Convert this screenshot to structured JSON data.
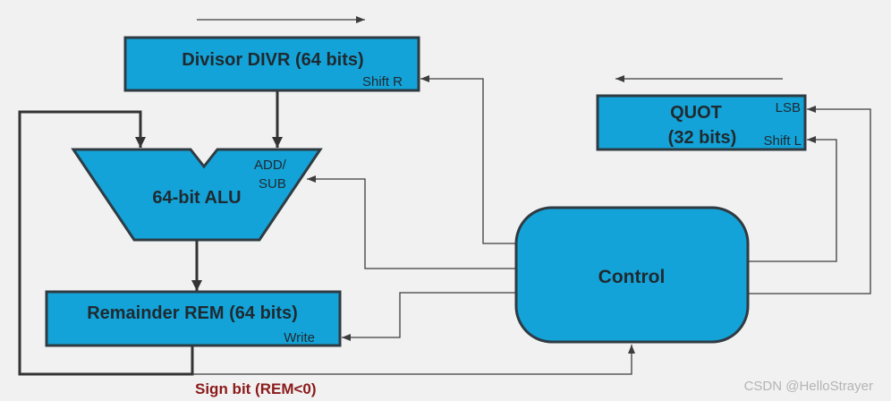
{
  "diagram": {
    "divisor": {
      "label": "Divisor DIVR (64 bits)",
      "port": "Shift R"
    },
    "quotient": {
      "label_line1": "QUOT",
      "label_line2": "(32 bits)",
      "port_top": "LSB",
      "port_bottom": "Shift L"
    },
    "alu": {
      "label": "64-bit ALU",
      "port_line1": "ADD/",
      "port_line2": "SUB"
    },
    "remainder": {
      "label": "Remainder REM (64 bits)",
      "port": "Write"
    },
    "control": {
      "label": "Control"
    },
    "sign_bit_label": "Sign bit (REM<0)"
  },
  "watermark": "CSDN @HelloStrayer",
  "colors": {
    "background": "#f1f1f1",
    "block_fill": "#14a3d8",
    "border": "#2e3b42",
    "text": "#1f2a30",
    "line": "#3d3d3d",
    "thick_line": "#333333",
    "sign_text": "#8b1a1a",
    "watermark": "#b4b4b4"
  }
}
